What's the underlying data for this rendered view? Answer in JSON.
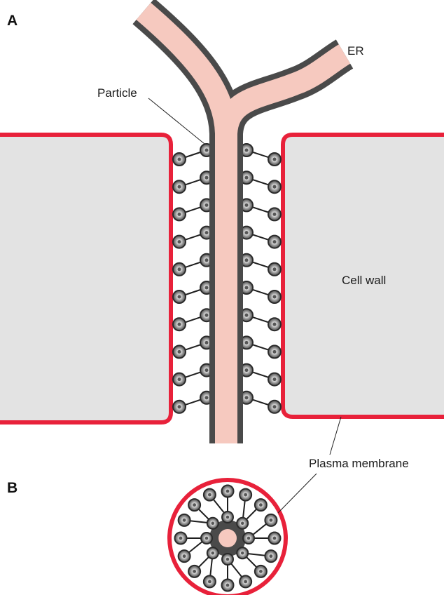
{
  "panels": {
    "a": "A",
    "b": "B"
  },
  "labels": {
    "er": "ER",
    "particle": "Particle",
    "cell_wall": "Cell wall",
    "plasma_membrane": "Plasma membrane"
  },
  "colors": {
    "membrane": "#e8213a",
    "cell_wall_fill": "#e3e3e3",
    "er_fill": "#f6c9bf",
    "er_wall": "#4a4a4a",
    "particle_fill": "#6a6a6a",
    "particle_ring": "#2a2a2a",
    "particle_core": "#d9d9d9"
  },
  "structure": {
    "particles_per_row": 10,
    "inner_ring_particles": 8,
    "outer_ring_particles": 16
  }
}
